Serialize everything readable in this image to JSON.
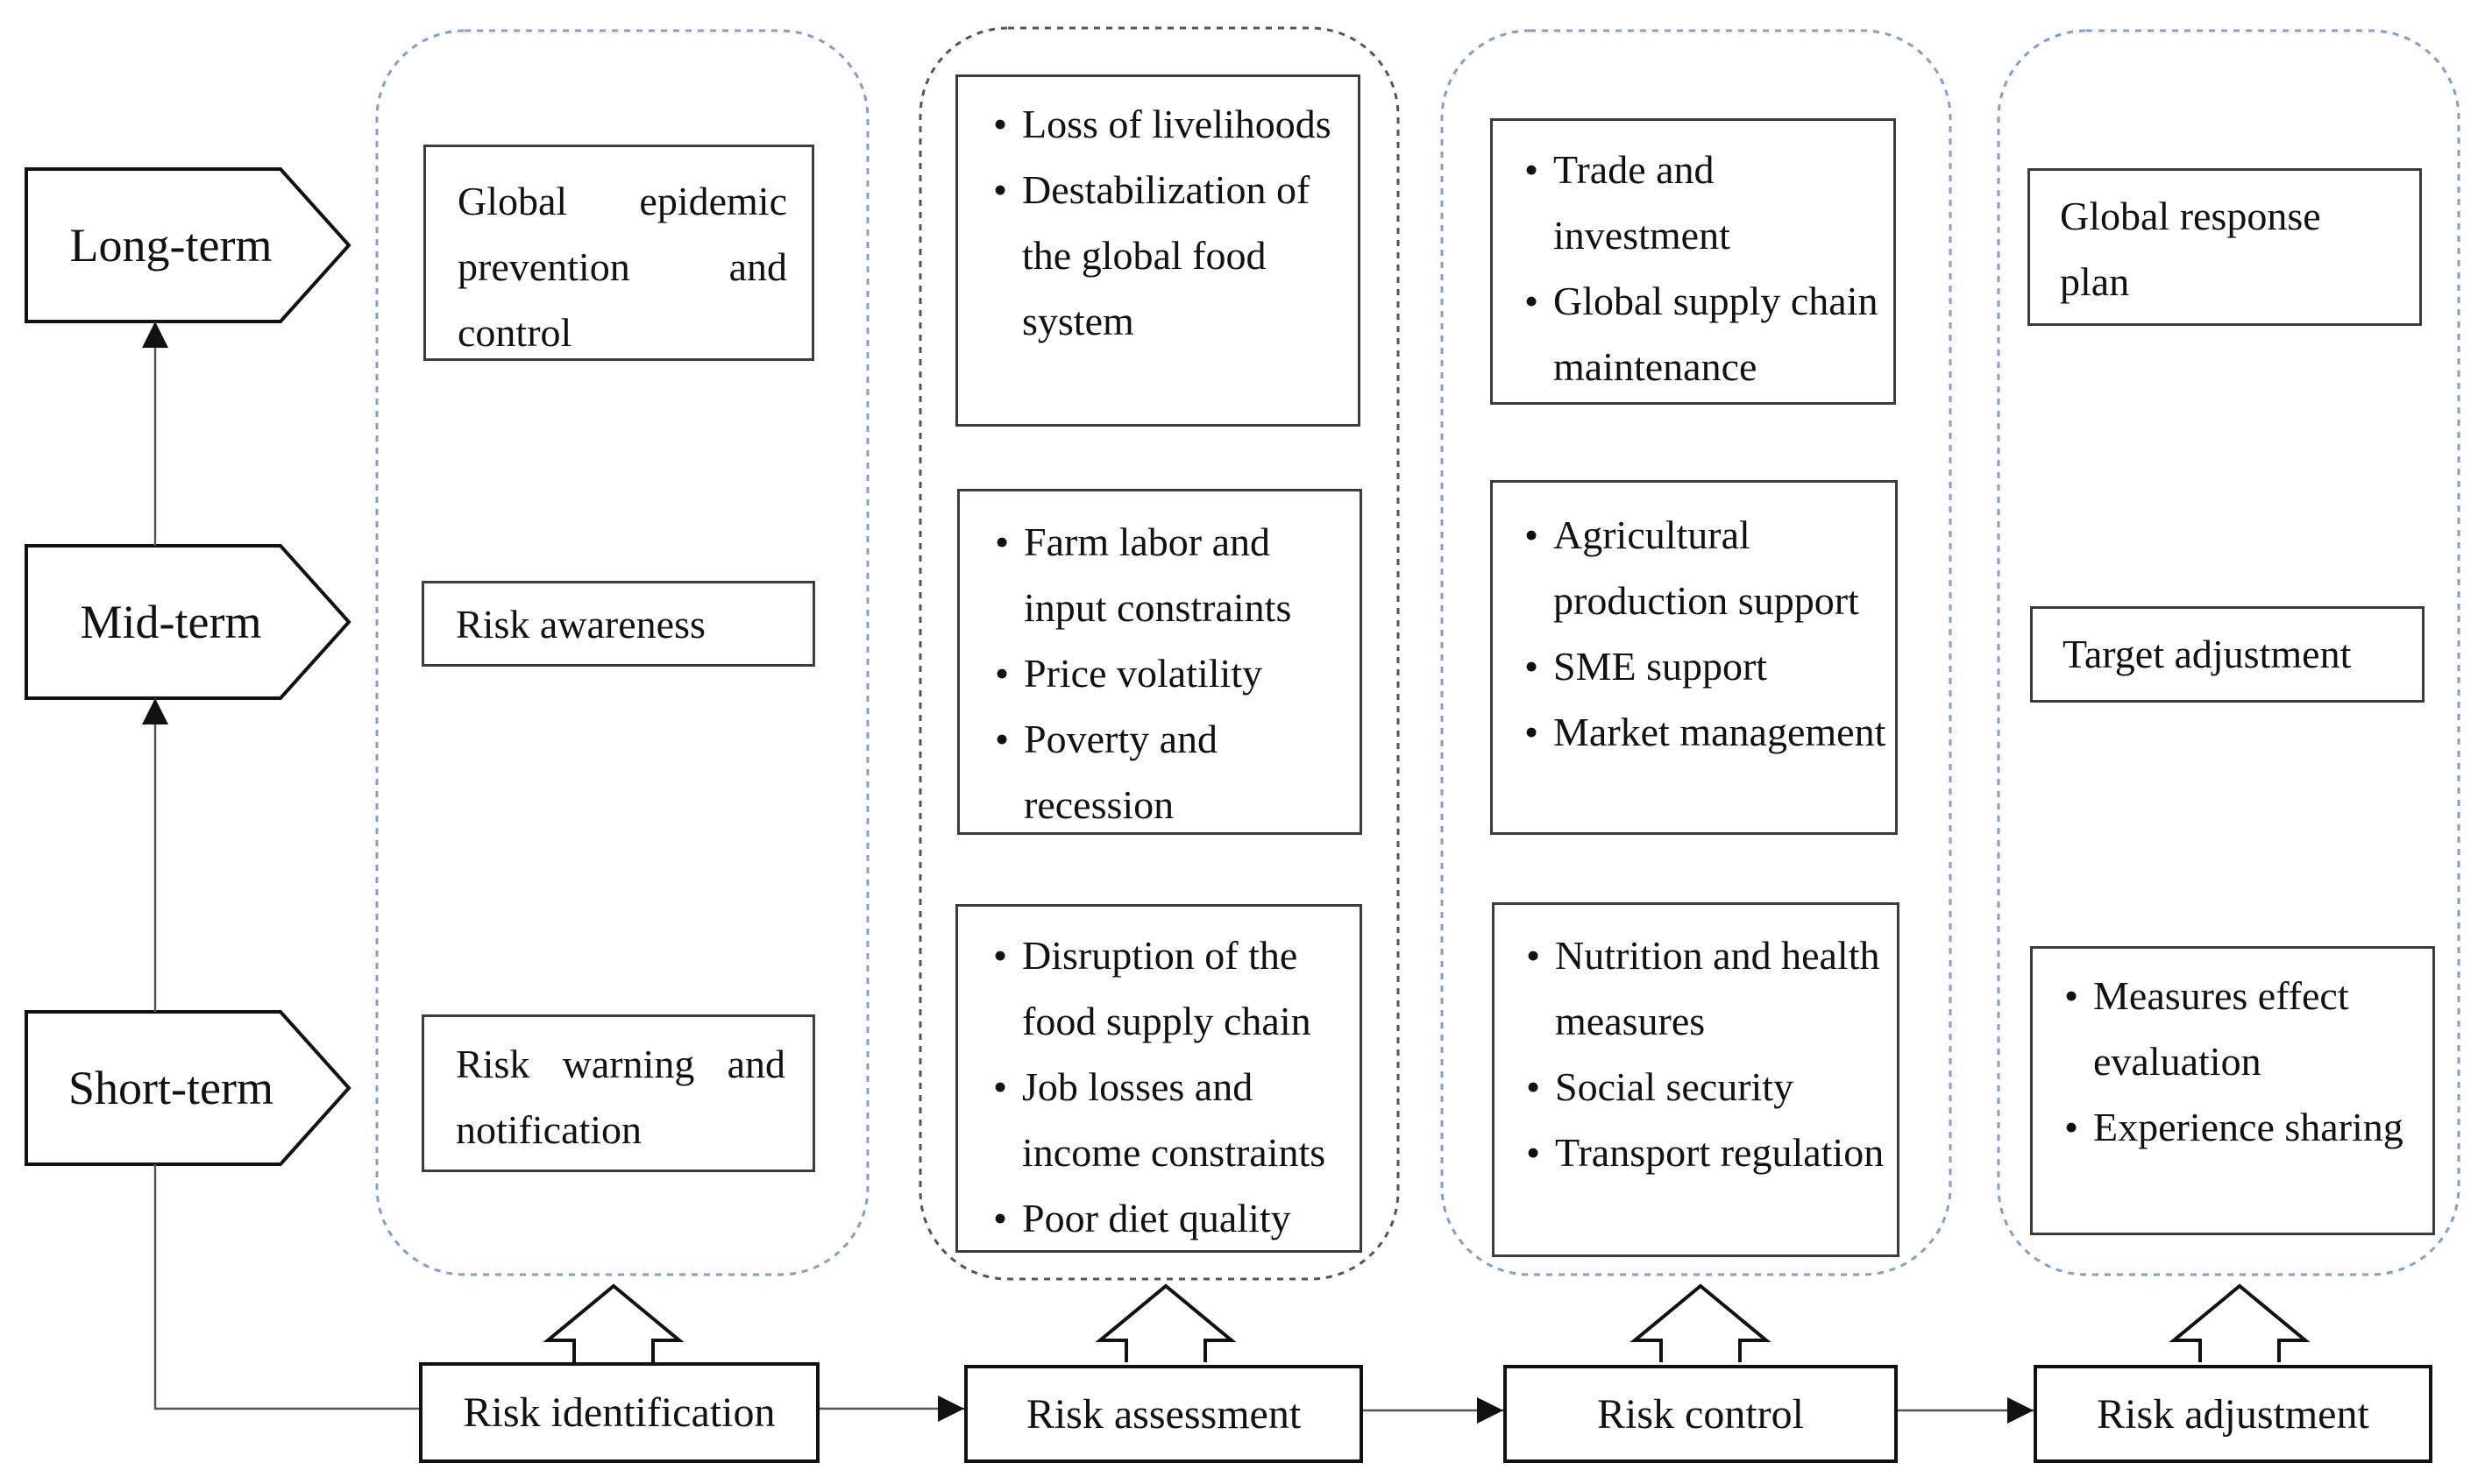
{
  "timeframes": [
    "Long-term",
    "Mid-term",
    "Short-term"
  ],
  "stages": [
    {
      "label": "Risk identification",
      "items": [
        {
          "text": "Global epidemic prevention and control"
        },
        {
          "text": "Risk awareness"
        },
        {
          "text": "Risk warning and notification"
        }
      ]
    },
    {
      "label": "Risk assessment",
      "items": [
        {
          "bullets": [
            "Loss of livelihoods",
            "Destabilization of the global food system"
          ]
        },
        {
          "bullets": [
            "Farm labor and input constraints",
            "Price volatility",
            "Poverty and recession"
          ]
        },
        {
          "bullets": [
            "Disruption of the food supply chain",
            "Job losses and income constraints",
            "Poor diet quality"
          ]
        }
      ]
    },
    {
      "label": "Risk control",
      "items": [
        {
          "bullets": [
            "Trade and investment",
            "Global supply chain maintenance"
          ]
        },
        {
          "bullets": [
            "Agricultural production support",
            "SME support",
            "Market management"
          ]
        },
        {
          "bullets": [
            "Nutrition and health measures",
            "Social security",
            "Transport regulation"
          ]
        }
      ]
    },
    {
      "label": "Risk adjustment",
      "items": [
        {
          "text": "Global response plan"
        },
        {
          "text": "Target adjustment"
        },
        {
          "bullets": [
            "Measures effect evaluation",
            "Experience sharing"
          ]
        }
      ]
    }
  ]
}
